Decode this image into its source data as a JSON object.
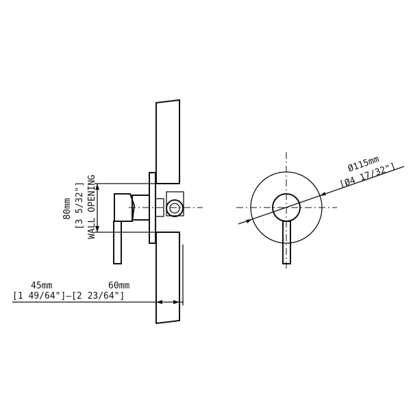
{
  "side_view": {
    "wall_opening_mm": "80mm",
    "wall_opening_in": "[3 5/32\"]",
    "wall_opening_label": "WALL OPENING",
    "depth_min_mm": "45mm",
    "depth_max_mm": "60mm",
    "depth_range_in": "[1 49/64\"]—[2 23/64\"]"
  },
  "front_view": {
    "diameter_mm": "Ø115mm",
    "diameter_in": "[Ø4 17/32\"]"
  }
}
